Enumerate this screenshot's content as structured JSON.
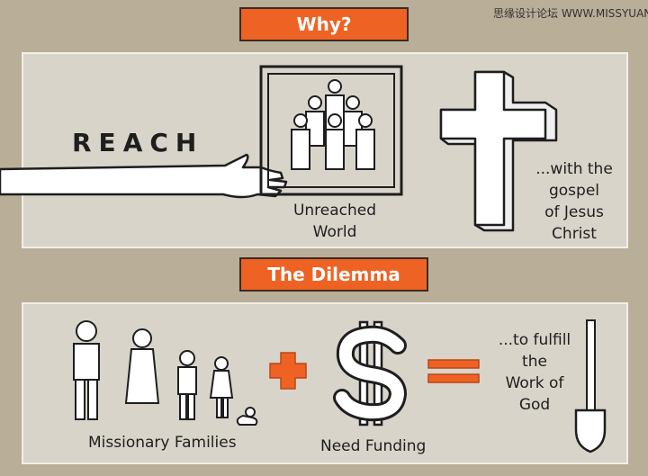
{
  "watermark": "思缘设计论坛 WWW.MISSYUAN.COM",
  "section1": {
    "banner": "Why?",
    "reach": "REACH",
    "unreached_line1": "Unreached",
    "unreached_line2": "World",
    "gospel_lines": [
      "...with the",
      "gospel",
      "of Jesus",
      "Christ"
    ]
  },
  "section2": {
    "banner": "The Dilemma",
    "families_label": "Missionary Families",
    "funding_label": "Need Funding",
    "fulfill_lines": [
      "...to fulfill",
      "the",
      "Work of",
      "God"
    ]
  },
  "colors": {
    "background": "#b9ae98",
    "panel": "#d9d4ca",
    "accent": "#ee6324"
  }
}
